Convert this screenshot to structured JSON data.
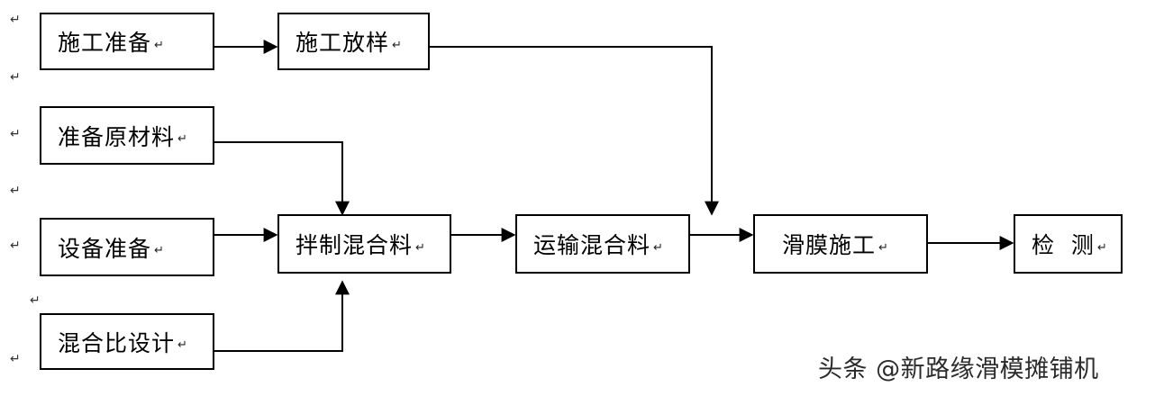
{
  "nodes": {
    "prepare_construction": "施工准备",
    "construction_layout": "施工放样",
    "prepare_raw_materials": "准备原材料",
    "equipment_preparation": "设备准备",
    "mix_design": "混合比设计",
    "mixing": "拌制混合料",
    "transport": "运输混合料",
    "slipform_construction": "滑膜施工",
    "inspection": "检  测"
  },
  "paragraph_mark": "↵",
  "watermark": "头条 @新路缘滑模摊铺机"
}
